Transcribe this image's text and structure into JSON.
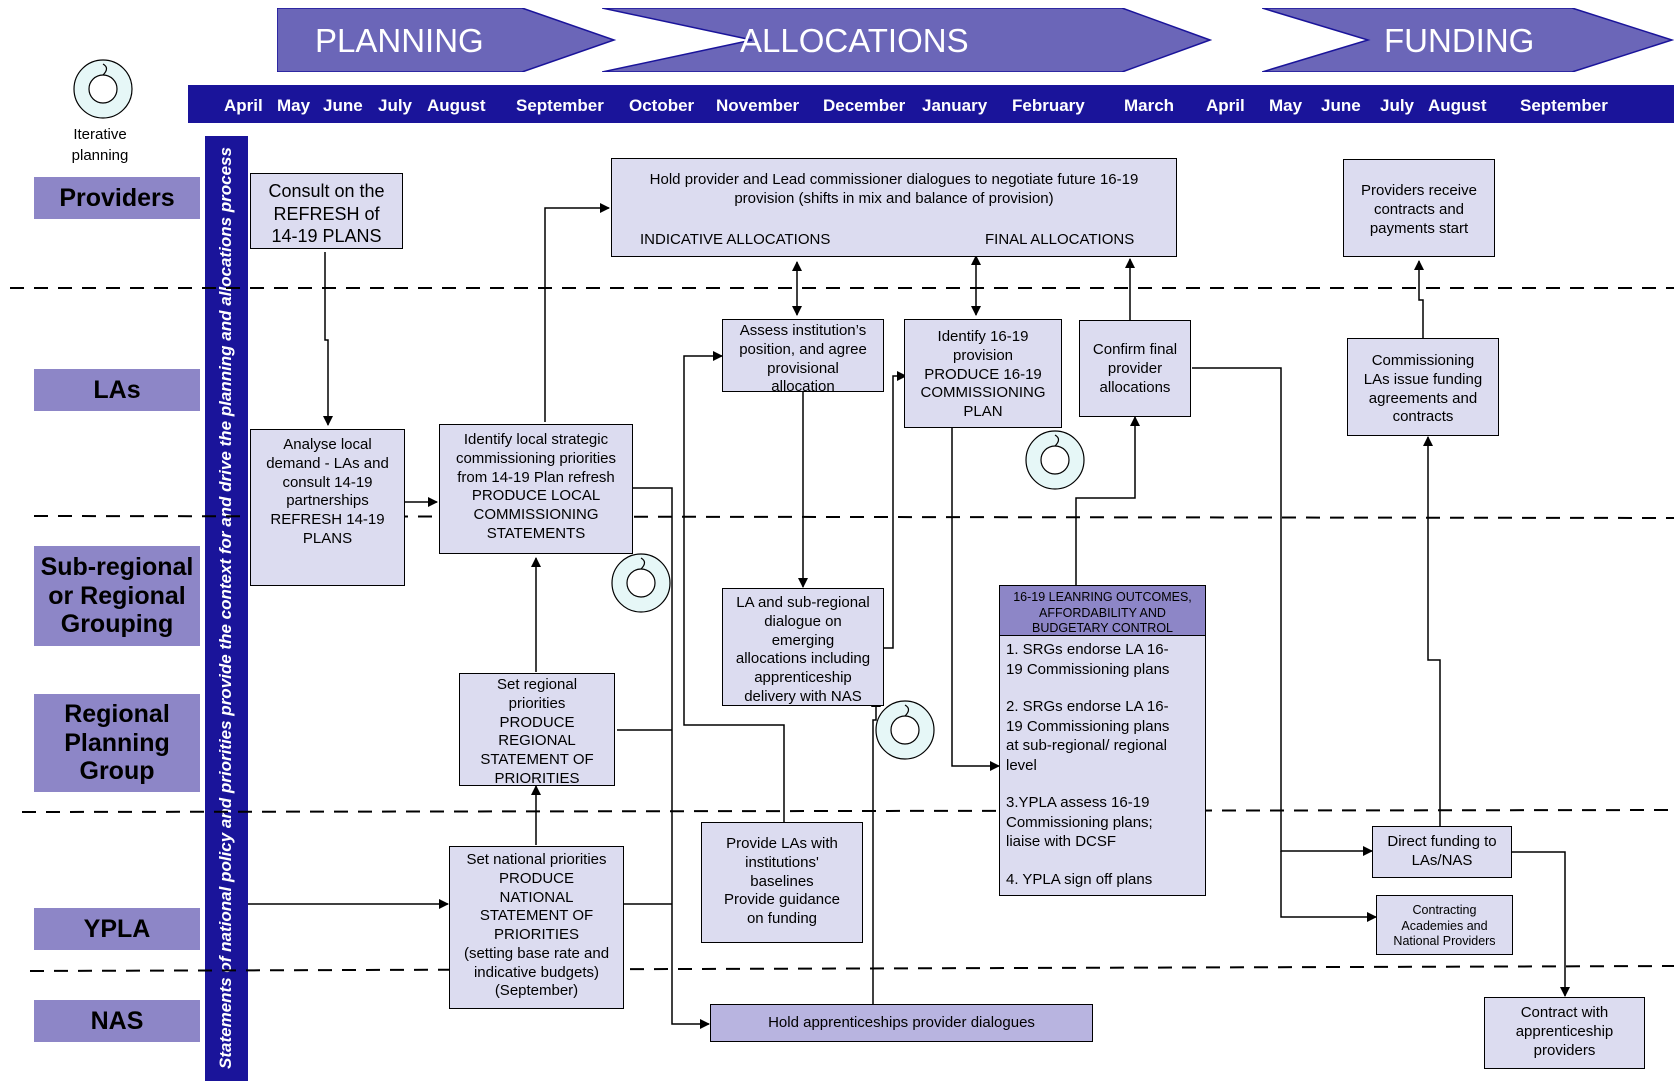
{
  "phases": [
    "PLANNING",
    "ALLOCATIONS",
    "FUNDING"
  ],
  "months": [
    "April",
    "May",
    "June",
    "July",
    "August",
    "September",
    "October",
    "November",
    "December",
    "January",
    "February",
    "March",
    "April",
    "May",
    "June",
    "July",
    "August",
    "September"
  ],
  "legend": {
    "iterative_label_1": "Iterative",
    "iterative_label_2": "planning"
  },
  "rows": {
    "providers": [
      "Providers"
    ],
    "las": [
      "LAs"
    ],
    "subregional": [
      "Sub-regional",
      "or Regional",
      "Grouping"
    ],
    "rpg": [
      "Regional",
      "Planning",
      "Group"
    ],
    "ypla": [
      "YPLA"
    ],
    "nas": [
      "NAS"
    ]
  },
  "side_text": "Statements of national policy and priorities provide the context for and drive the planning and allocations process",
  "boxes": {
    "consult_refresh": [
      "Consult on the",
      "REFRESH of",
      "14-19 PLANS"
    ],
    "provider_dialogues": [
      "Hold provider and Lead commissioner dialogues to negotiate future 16-19",
      "provision (shifts in mix and balance of provision)"
    ],
    "indicative_allocations": "INDICATIVE ALLOCATIONS",
    "final_allocations": "FINAL ALLOCATIONS",
    "providers_receive": [
      "Providers receive",
      "contracts and",
      "payments start"
    ],
    "assess_institution": [
      "Assess institution’s",
      "position, and agree",
      "provisional",
      "allocation"
    ],
    "identify_1619": [
      "Identify 16-19",
      "provision",
      "PRODUCE 16-19",
      "COMMISSIONING",
      "PLAN"
    ],
    "confirm_final": [
      "Confirm final",
      "provider",
      "allocations"
    ],
    "commissioning_las": [
      "Commissioning",
      "LAs issue funding",
      "agreements and",
      "contracts"
    ],
    "analyse_local": [
      "Analyse local",
      "demand - LAs and",
      "consult 14-19",
      "partnerships",
      "REFRESH 14-19",
      "PLANS"
    ],
    "identify_local": [
      "Identify local strategic",
      "commissioning priorities",
      "from 14-19 Plan refresh",
      "PRODUCE LOCAL",
      "COMMISSIONING",
      "STATEMENTS"
    ],
    "la_subregional": [
      "LA and sub-regional",
      "dialogue on",
      "emerging",
      "allocations including",
      "apprenticeship",
      "delivery with NAS"
    ],
    "outcomes_header": [
      "16-19 LEANRING OUTCOMES,",
      "AFFORDABILITY AND",
      "BUDGETARY CONTROL"
    ],
    "outcomes_body": [
      "1. SRGs endorse LA 16-",
      "19 Commissioning plans",
      "",
      "2. SRGs endorse LA 16-",
      "19 Commissioning plans",
      "at sub-regional/ regional",
      "level",
      "",
      "3.YPLA assess 16-19",
      "Commissioning plans;",
      "liaise with DCSF",
      "",
      "4. YPLA sign off plans"
    ],
    "set_regional": [
      "Set regional",
      "priorities",
      "PRODUCE",
      "REGIONAL",
      "STATEMENT OF",
      "PRIORITIES"
    ],
    "provide_las": [
      "Provide LAs with",
      "institutions'",
      "baselines",
      "Provide guidance",
      "on funding"
    ],
    "set_national": [
      "Set national priorities",
      "PRODUCE",
      "NATIONAL",
      "STATEMENT  OF",
      "PRIORITIES",
      "(setting base rate and",
      "indicative budgets)",
      "(September)"
    ],
    "apprenticeship_dialogues": "Hold apprenticeships provider dialogues",
    "direct_funding": [
      "Direct funding to",
      "LAs/NAS"
    ],
    "contracting_academies": [
      "Contracting",
      "Academies and",
      "National Providers"
    ],
    "contract_apprenticeship": [
      "Contract with",
      "apprenticeship",
      "providers"
    ]
  },
  "colors": {
    "navy": "#1a149a",
    "phase": "#6b66b8",
    "label": "#8d86c7",
    "box": "#dcdcf0"
  }
}
